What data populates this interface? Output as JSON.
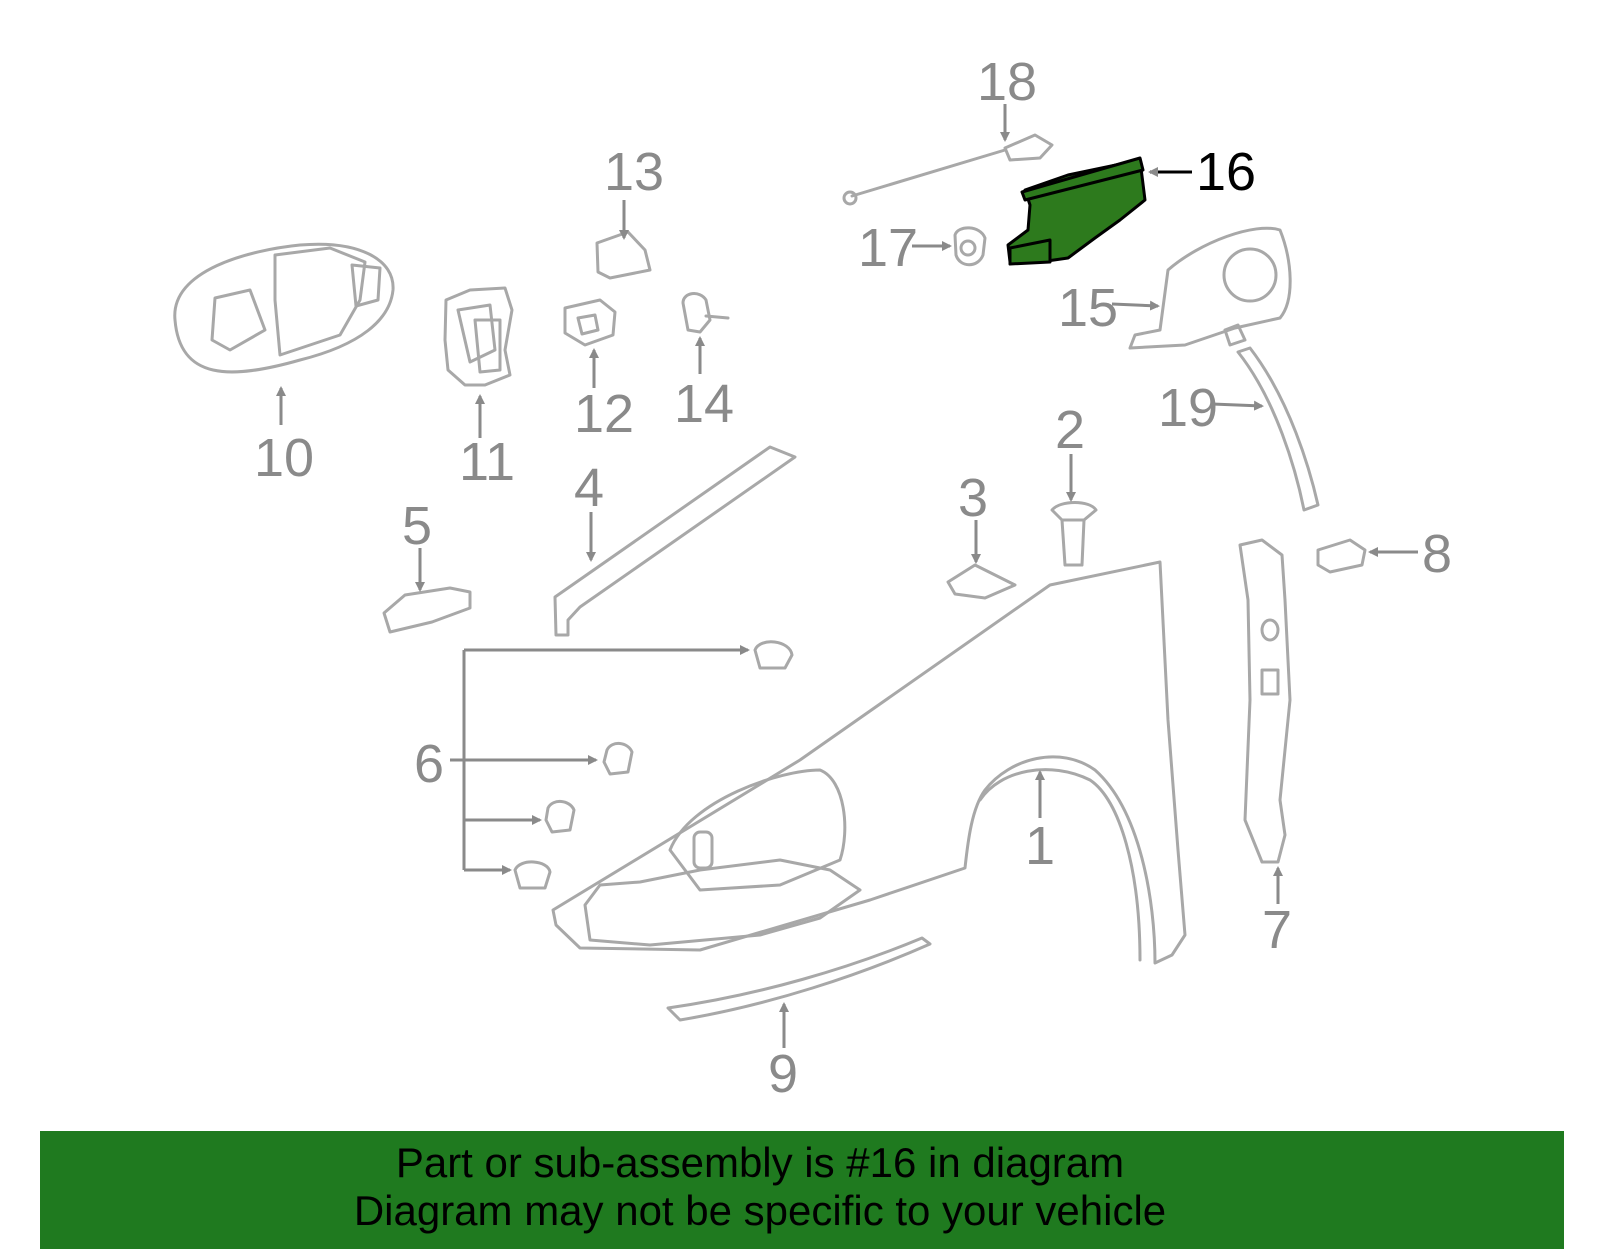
{
  "callouts": {
    "c1": "1",
    "c2": "2",
    "c3": "3",
    "c4": "4",
    "c5": "5",
    "c6": "6",
    "c7": "7",
    "c8": "8",
    "c9": "9",
    "c10": "10",
    "c11": "11",
    "c12": "12",
    "c13": "13",
    "c14": "14",
    "c15": "15",
    "c16": "16",
    "c17": "17",
    "c18": "18",
    "c19": "19"
  },
  "highlighted_part": "16",
  "colors": {
    "banner": "#1f7a1f",
    "highlight": "#2d7a1d",
    "line_art": "#a8a8a8"
  },
  "banner": {
    "line1": "Part or sub-assembly is #16 in diagram",
    "line2": "Diagram may not be specific to your vehicle"
  }
}
